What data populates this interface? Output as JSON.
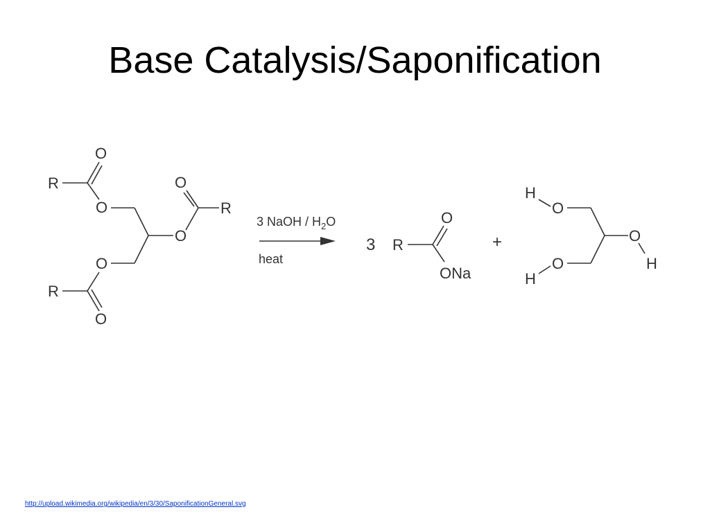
{
  "slide": {
    "title": "Base Catalysis/Saponification",
    "source_link": "http://upload.wikimedia.org/wikipedia/en/3/30/SaponificationGeneral.svg"
  },
  "reaction": {
    "triglyceride": {
      "r_top": "R",
      "r_right": "R",
      "r_bottom": "R",
      "o_top_carbonyl": "O",
      "o_top_ester": "O",
      "o_mid_carbonyl": "O",
      "o_mid_ester": "O",
      "o_bottom_ester": "O",
      "o_bottom_carbonyl": "O"
    },
    "conditions": {
      "reagent": "3 NaOH / H",
      "subscript": "2",
      "reagent_end": "O",
      "heat": "heat"
    },
    "product_soap": {
      "coefficient": "3",
      "r": "R",
      "o_carbonyl": "O",
      "ona": "ONa"
    },
    "plus": "+",
    "glycerol": {
      "h_top": "H",
      "o_top": "O",
      "o_mid": "O",
      "h_mid": "H",
      "o_bottom": "O",
      "h_bottom": "H"
    }
  },
  "colors": {
    "ink": "#333333",
    "title": "#000000",
    "link": "#0033cc"
  }
}
